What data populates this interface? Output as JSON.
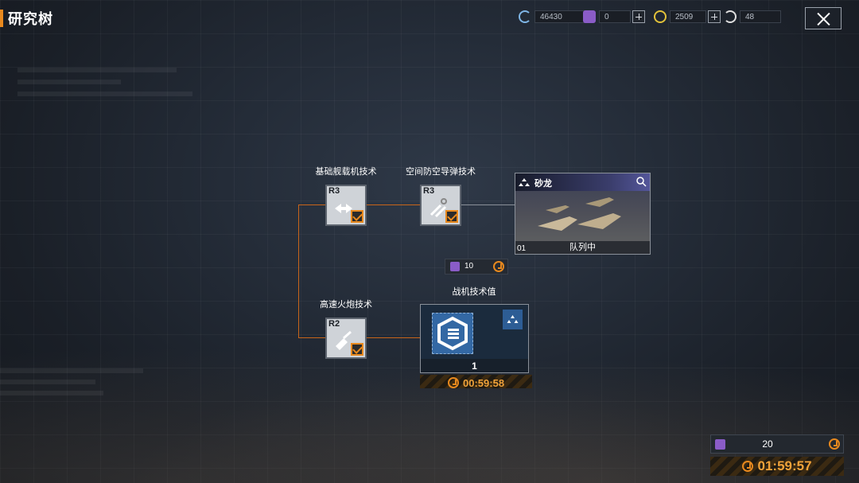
{
  "header": {
    "title": "研究树",
    "close_icon": "close-icon"
  },
  "resources": [
    {
      "name": "credits",
      "icon": "credits-icon",
      "value": "46430",
      "has_plus": false
    },
    {
      "name": "tech-points",
      "icon": "tech-point-icon",
      "value": "0",
      "has_plus": true
    },
    {
      "name": "gold",
      "icon": "gold-icon",
      "value": "2509",
      "has_plus": true
    },
    {
      "name": "energy",
      "icon": "energy-icon",
      "value": "48",
      "has_plus": false
    }
  ],
  "tree": {
    "nodes": [
      {
        "id": "basic-carrier",
        "label": "基础舰载机技术",
        "rank": "R3",
        "completed": true
      },
      {
        "id": "space-aa-missile",
        "label": "空间防空导弹技术",
        "rank": "R3",
        "completed": true
      },
      {
        "id": "high-speed-cannon",
        "label": "高速火炮技术",
        "rank": "R2",
        "completed": true
      }
    ],
    "ship_card": {
      "name": "砂龙",
      "index": "01",
      "status": "队列中"
    },
    "cost_chip": {
      "value": "10"
    },
    "tech_value": {
      "label": "战机技术值",
      "level": "1",
      "timer": "00:59:58"
    }
  },
  "queue_panel": {
    "cost": "20",
    "timer": "01:59:57"
  },
  "colors": {
    "accent": "#e8891e",
    "line": "#c8651a",
    "timer_text": "#f0a23a"
  }
}
